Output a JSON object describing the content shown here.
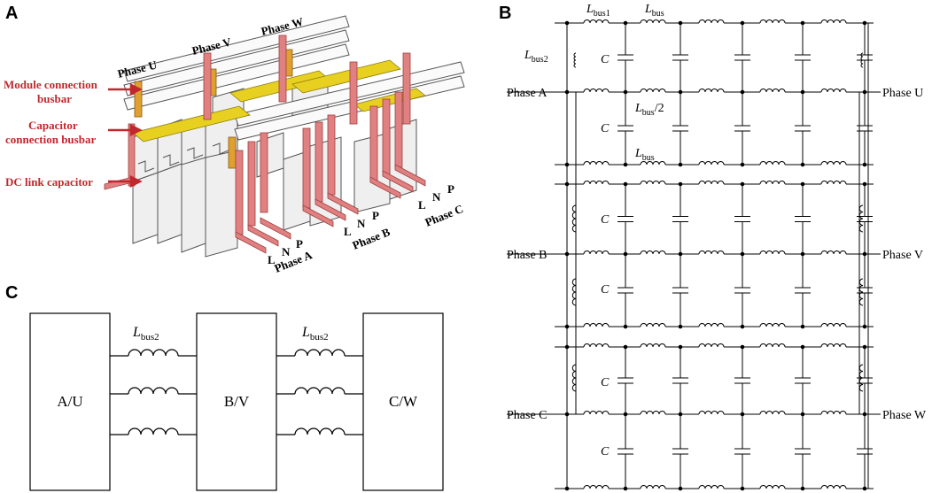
{
  "panels": {
    "a": "A",
    "b": "B",
    "c": "C"
  },
  "panel_a": {
    "phase_u": "Phase U",
    "phase_v": "Phase V",
    "phase_w": "Phase W",
    "module_busbar": [
      "Module connection",
      "busbar"
    ],
    "capacitor_busbar": [
      "Capacitor",
      "connection busbar"
    ],
    "dc_link": "DC link capacitor",
    "phase_a": "Phase A",
    "phase_b": "Phase B",
    "phase_c": "Phase C",
    "lnp": [
      "L",
      "N",
      "P"
    ]
  },
  "panel_b": {
    "lbus1": {
      "main": "L",
      "sub": "bus1"
    },
    "lbus": {
      "main": "L",
      "sub": "bus"
    },
    "lbus2": {
      "main": "L",
      "sub": "bus2"
    },
    "lbus_half": {
      "main": "L",
      "sub": "bus",
      "suffix": "/2"
    },
    "cap": "C",
    "left_phases": [
      "Phase A",
      "Phase B",
      "Phase C"
    ],
    "right_phases": [
      "Phase U",
      "Phase V",
      "Phase W"
    ]
  },
  "panel_c": {
    "blocks": [
      "A/U",
      "B/V",
      "C/W"
    ],
    "lbus2": {
      "main": "L",
      "sub": "bus2"
    }
  },
  "colors": {
    "red": "#c0282d",
    "busbar": "#e08080",
    "yellow": "#e8d020",
    "orange": "#e0a030"
  }
}
